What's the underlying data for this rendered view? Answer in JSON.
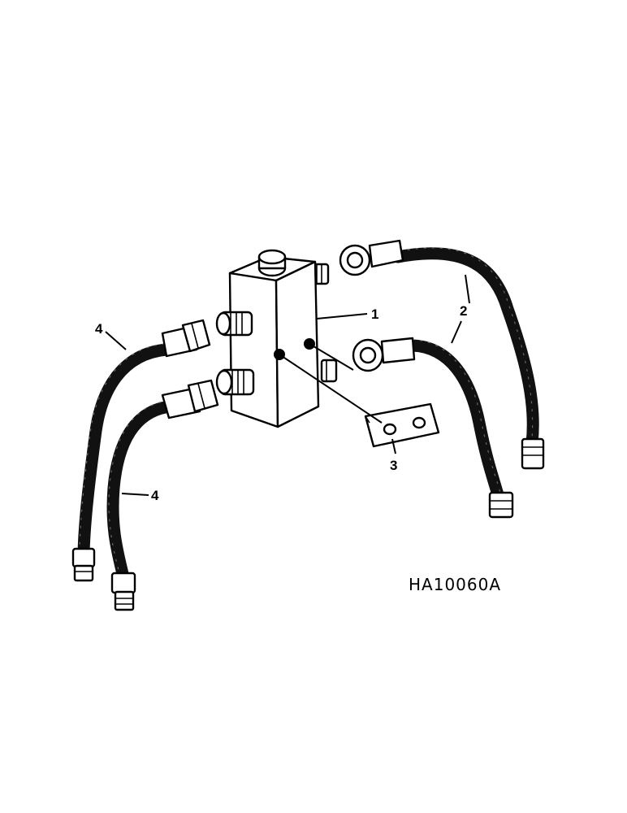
{
  "figure_id": "HA10060A",
  "callouts": {
    "block": "1",
    "hoses_right": "2",
    "bracket": "3",
    "hoses_left": "4"
  },
  "parts": [
    {
      "callout": "1",
      "icon": "valve-block"
    },
    {
      "callout": "2",
      "icon": "hydraulic-hose",
      "count": 2
    },
    {
      "callout": "3",
      "icon": "mounting-bracket"
    },
    {
      "callout": "4",
      "icon": "hydraulic-hose",
      "count": 2
    }
  ],
  "colors": {
    "line": "#000000",
    "background": "#ffffff"
  }
}
